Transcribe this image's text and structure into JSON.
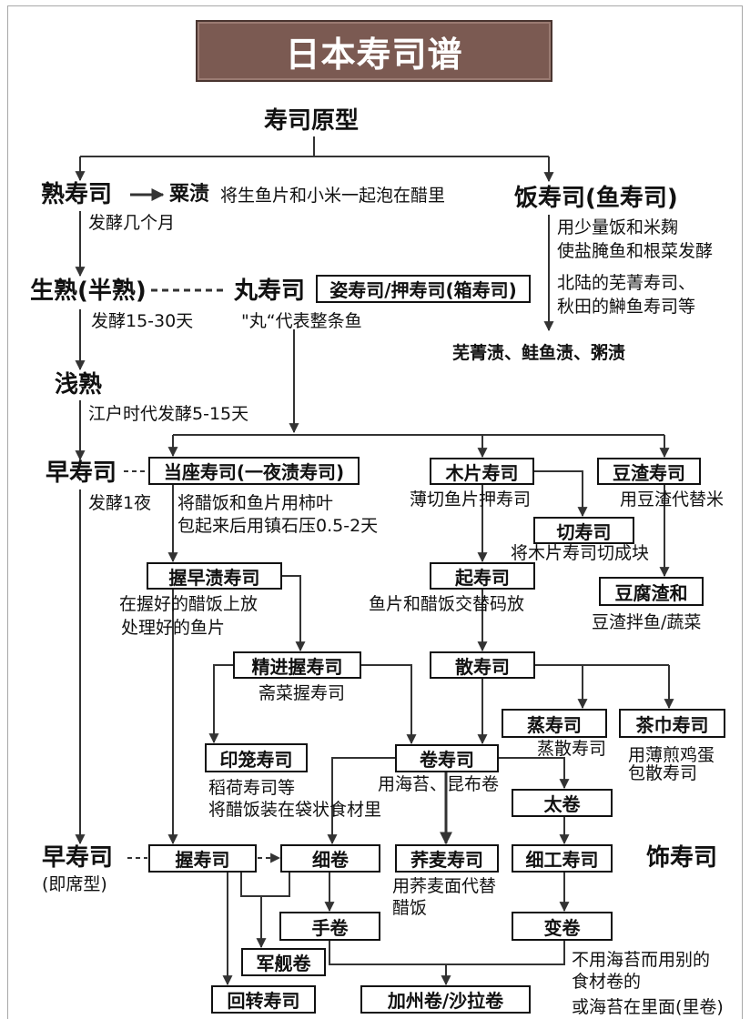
{
  "title": "日本寿司谱",
  "origin": "寿司原型",
  "nare": {
    "label": "熟寿司",
    "note": "发酵几个月"
  },
  "awazuke": {
    "label": "粟渍",
    "note": "将生鱼片和小米一起泡在醋里"
  },
  "iizushi": {
    "label": "饭寿司(鱼寿司)",
    "notes": [
      "用少量饭和米麹",
      "使盐腌鱼和根菜发酵",
      "北陆的芜菁寿司、",
      "秋田的鰰鱼寿司等"
    ]
  },
  "iizushi_products": "芜菁渍、鲑鱼渍、粥渍",
  "namanare": {
    "label": "生熟(半熟)",
    "note": "发酵15-30天"
  },
  "maruzushi": {
    "label": "丸寿司",
    "note": "\"丸“代表整条鱼"
  },
  "sugata": {
    "label": "姿寿司/押寿司(箱寿司)"
  },
  "asanare": {
    "label": "浅熟",
    "note": "江户时代发酵5-15天"
  },
  "hayazushi": {
    "label": "早寿司",
    "note": "发酵1夜"
  },
  "toza": {
    "label": "当座寿司(一夜渍寿司)",
    "notes": [
      "将醋饭和鱼片用柿叶",
      "包起来后用镇石压0.5-2天"
    ]
  },
  "kokera": {
    "label": "木片寿司",
    "note": "薄切鱼片押寿司"
  },
  "okara": {
    "label": "豆渣寿司",
    "note": "用豆渣代替米"
  },
  "kiri": {
    "label": "切寿司",
    "note": "将木片寿司切成块"
  },
  "nigiri_hayazuke": {
    "label": "握早渍寿司",
    "notes": [
      "在握好的醋饭上放",
      "处理好的鱼片"
    ]
  },
  "okoshi": {
    "label": "起寿司",
    "note": "鱼片和醋饭交替码放"
  },
  "tofu_okara": {
    "label": "豆腐渣和",
    "note": "豆渣拌鱼/蔬菜"
  },
  "shojin": {
    "label": "精进握寿司",
    "note": "斋菜握寿司"
  },
  "chirashi": {
    "label": "散寿司"
  },
  "mushi": {
    "label": "蒸寿司",
    "note": "蒸散寿司"
  },
  "chakin": {
    "label": "茶巾寿司",
    "notes": [
      "用薄煎鸡蛋",
      "包散寿司"
    ]
  },
  "inro": {
    "label": "印笼寿司",
    "notes": [
      "稻荷寿司等",
      "将醋饭装在袋状食材里"
    ]
  },
  "maki": {
    "label": "卷寿司",
    "note": "用海苔、昆布卷"
  },
  "futomaki": {
    "label": "太卷"
  },
  "hayazushi_instant": {
    "label": "早寿司",
    "note": "(即席型)"
  },
  "nigiri": {
    "label": "握寿司"
  },
  "hosomaki": {
    "label": "细卷"
  },
  "soba": {
    "label": "荞麦寿司",
    "notes": [
      "用荞麦面代替",
      "醋饭"
    ]
  },
  "saiku": {
    "label": "细工寿司"
  },
  "kazari": {
    "label": "饰寿司"
  },
  "temaki": {
    "label": "手卷"
  },
  "kawarimaki": {
    "label": "变卷",
    "notes": [
      "不用海苔而用别的",
      "食材卷的",
      "或海苔在里面(里卷)"
    ]
  },
  "gunkan": {
    "label": "军舰卷"
  },
  "kaiten": {
    "label": "回转寿司"
  },
  "california": {
    "label": "加州卷/沙拉卷"
  },
  "colors": {
    "title_bg": "#7b5a52",
    "line": "#333333",
    "box_border": "#111111"
  }
}
